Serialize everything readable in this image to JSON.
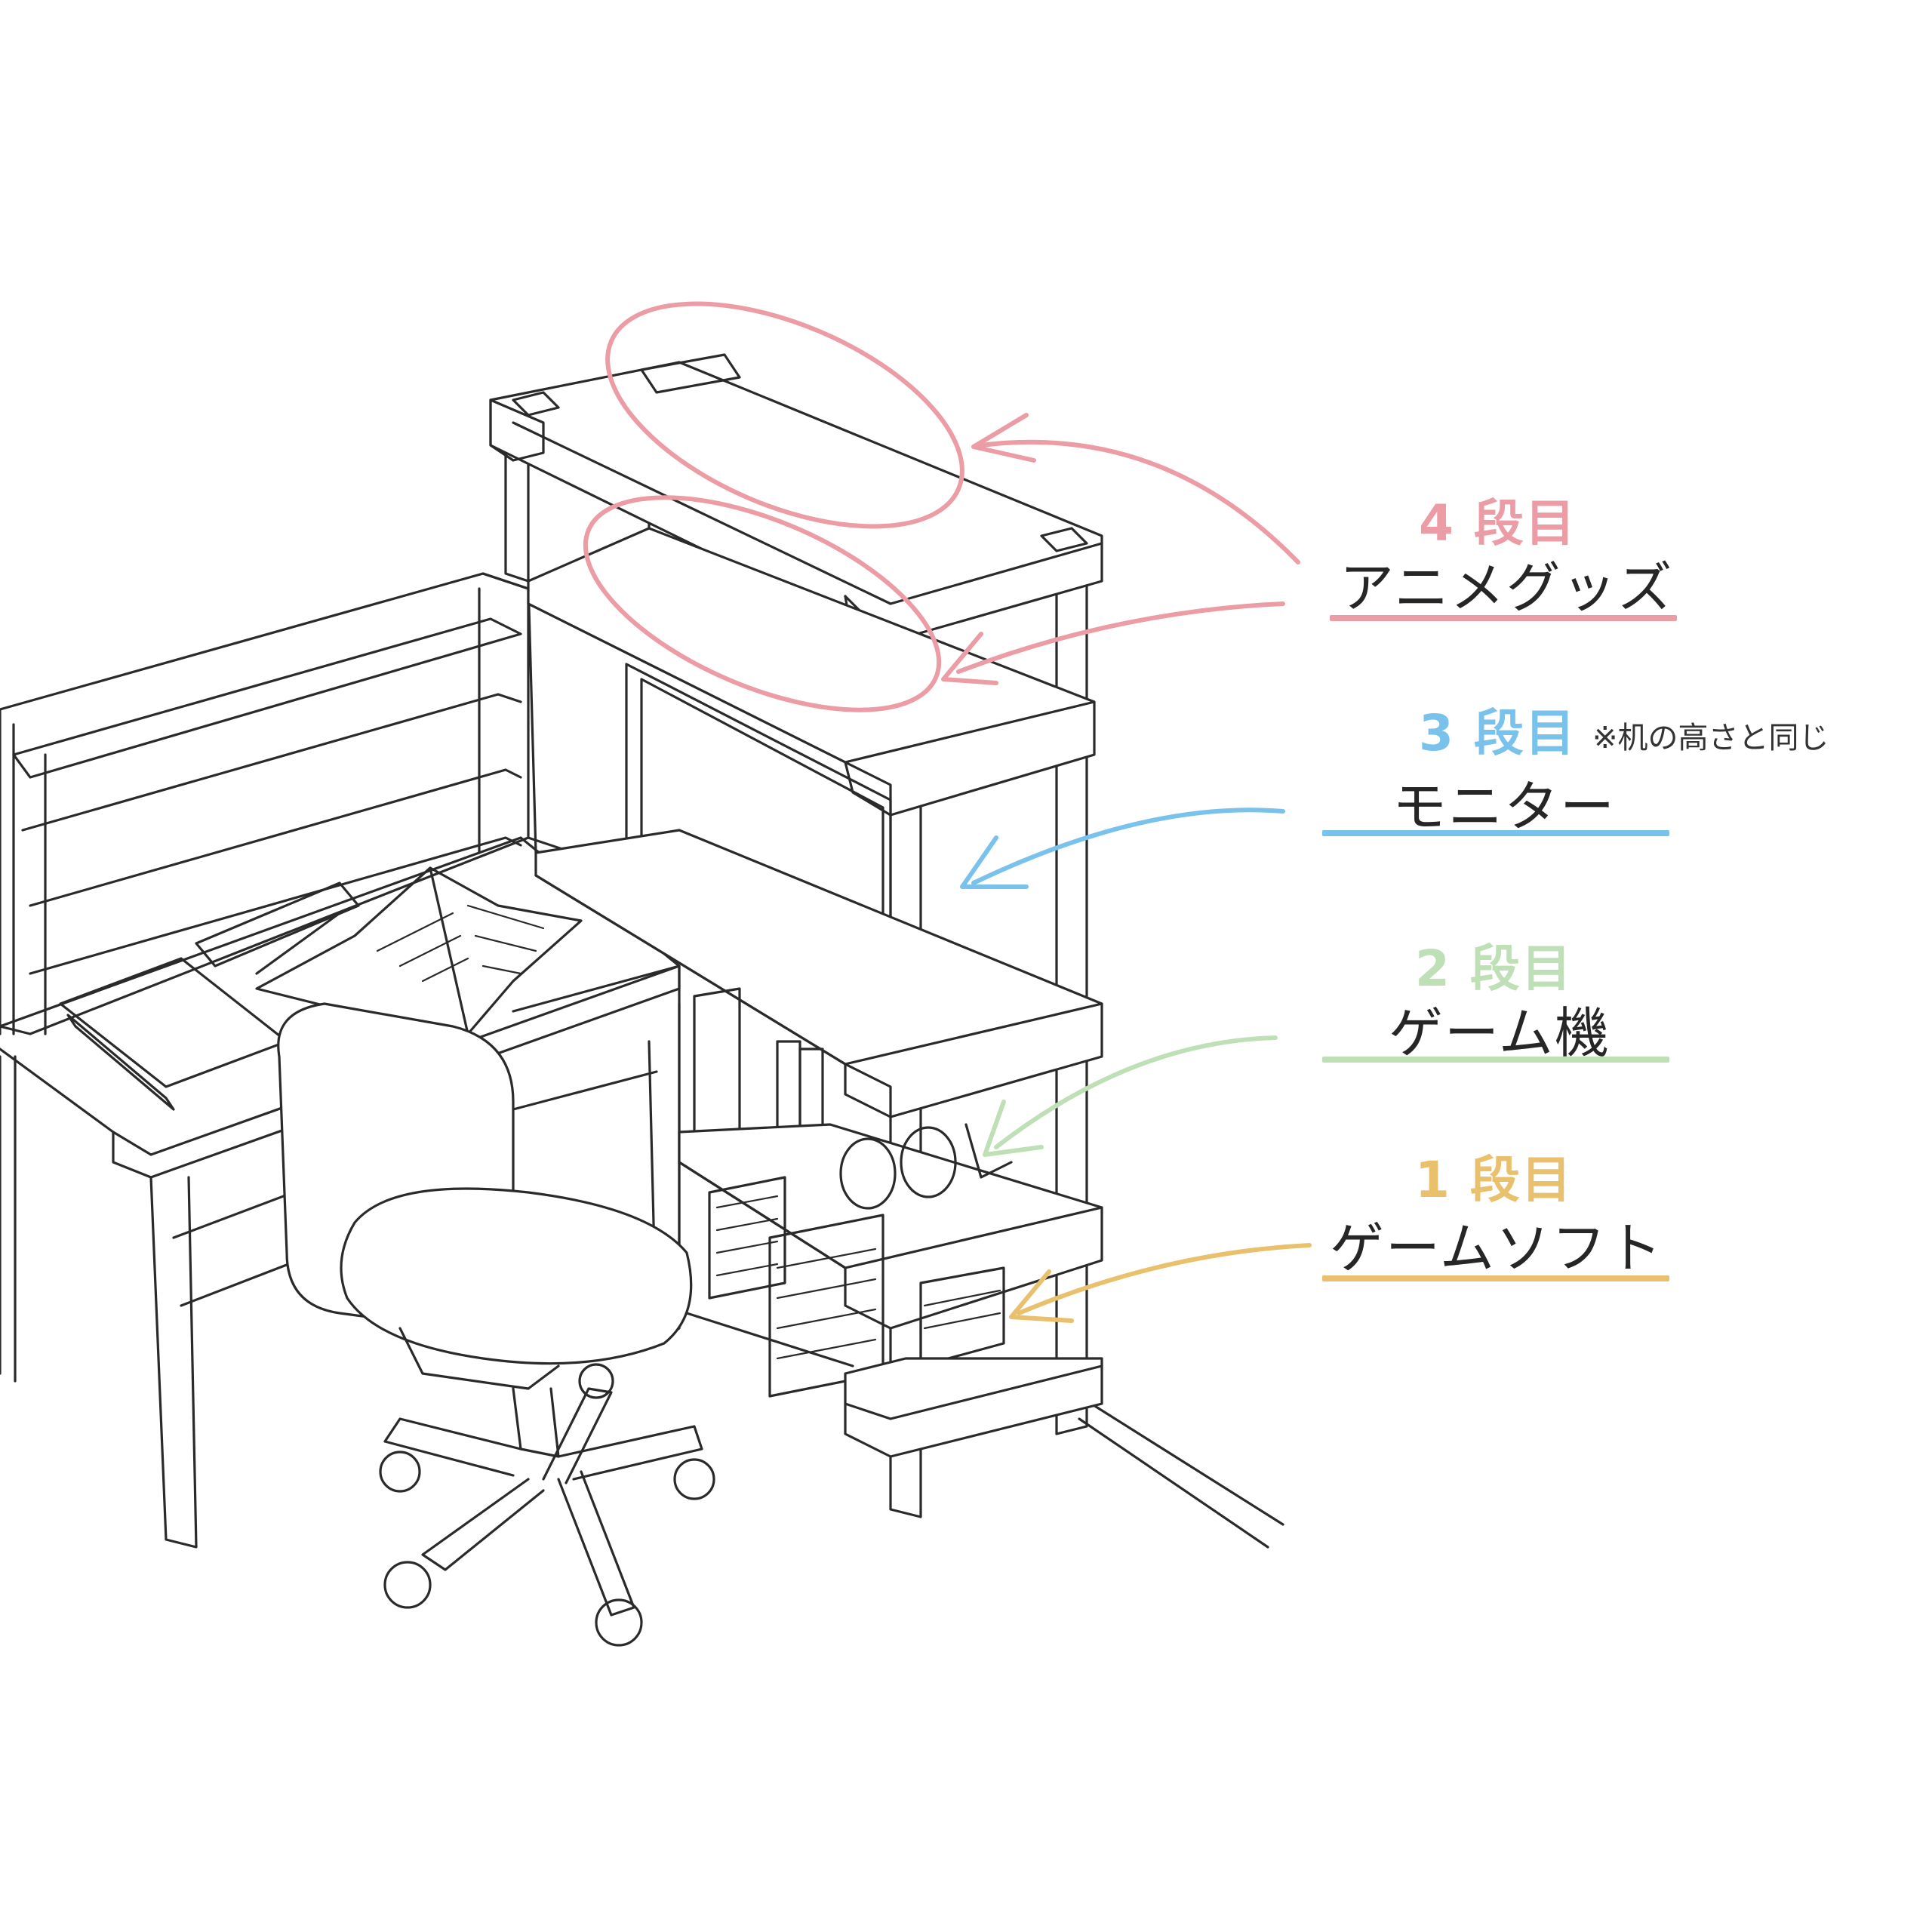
{
  "colors": {
    "tier4": "#ec9ca4",
    "tier3": "#78c2ec",
    "tier2": "#bfe0b7",
    "tier1": "#e9c06c",
    "ink": "#2a2a2a"
  },
  "tiers": [
    {
      "num": "4 段目",
      "name": "アニメグッズ"
    },
    {
      "num": "3 段目",
      "name": "モニター",
      "note": "※机の高さと同じ"
    },
    {
      "num": "2 段目",
      "name": "ゲーム機"
    },
    {
      "num": "1 段目",
      "name": "ゲームソフト"
    }
  ]
}
